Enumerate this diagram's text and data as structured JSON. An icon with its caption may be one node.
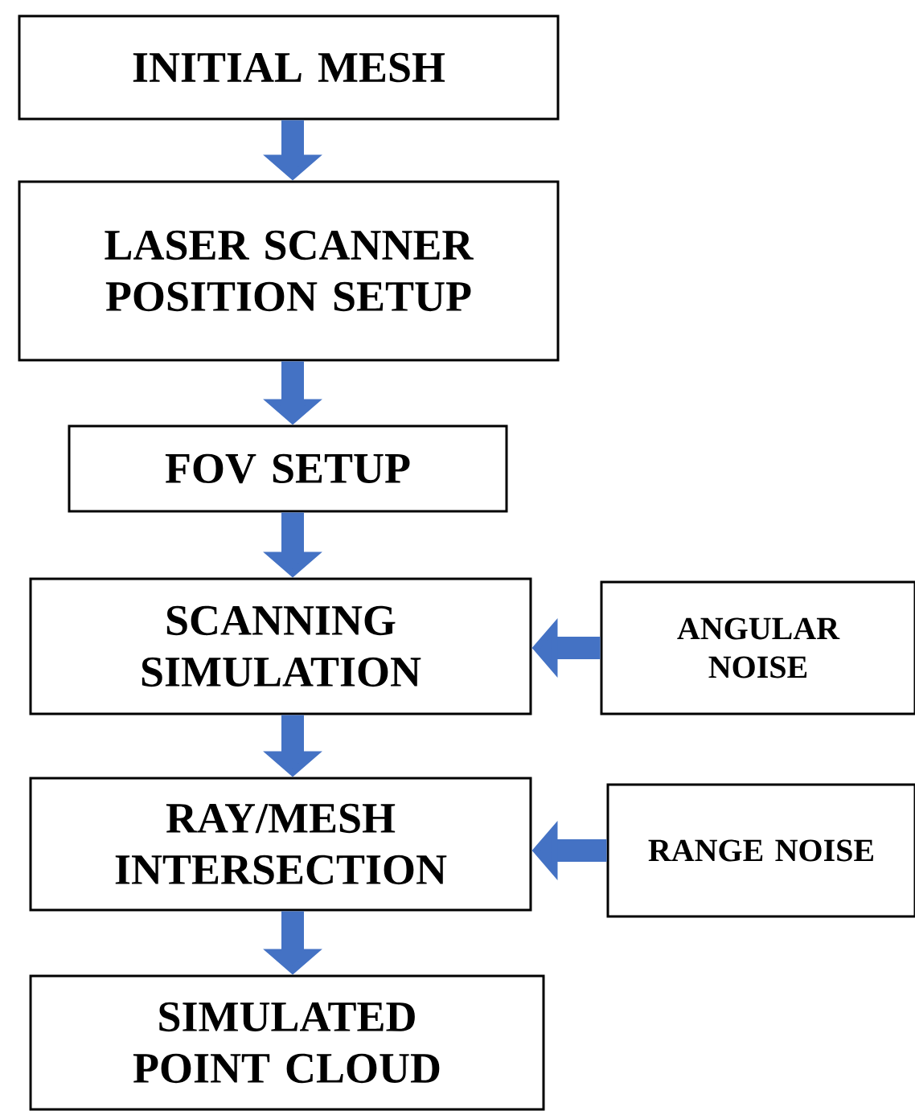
{
  "diagram": {
    "nodes": [
      {
        "text": [
          "INITIAL MESH"
        ]
      },
      {
        "text": [
          "LASER SCANNER POSITION SETUP"
        ]
      },
      {
        "text": [
          "FOV SETUP"
        ]
      },
      {
        "text": [
          "SCANNING SIMULATION"
        ]
      },
      {
        "text": [
          "ANGULAR NOISE"
        ]
      },
      {
        "text": [
          "RAY/MESH INTERSECTION"
        ]
      },
      {
        "text": [
          "RANGE NOISE"
        ]
      },
      {
        "text": [
          "SIMULATED POINT CLOUD"
        ]
      }
    ],
    "edges": [
      {
        "from": 0,
        "to": 1,
        "arrow": "to"
      },
      {
        "from": 1,
        "to": 2,
        "arrow": "to"
      },
      {
        "from": 2,
        "to": 3,
        "arrow": "to"
      },
      {
        "from": 4,
        "to": 3,
        "arrow": "to"
      },
      {
        "from": 3,
        "to": 5,
        "arrow": "to"
      },
      {
        "from": 6,
        "to": 5,
        "arrow": "to"
      },
      {
        "from": 5,
        "to": 7,
        "arrow": "to"
      }
    ]
  }
}
